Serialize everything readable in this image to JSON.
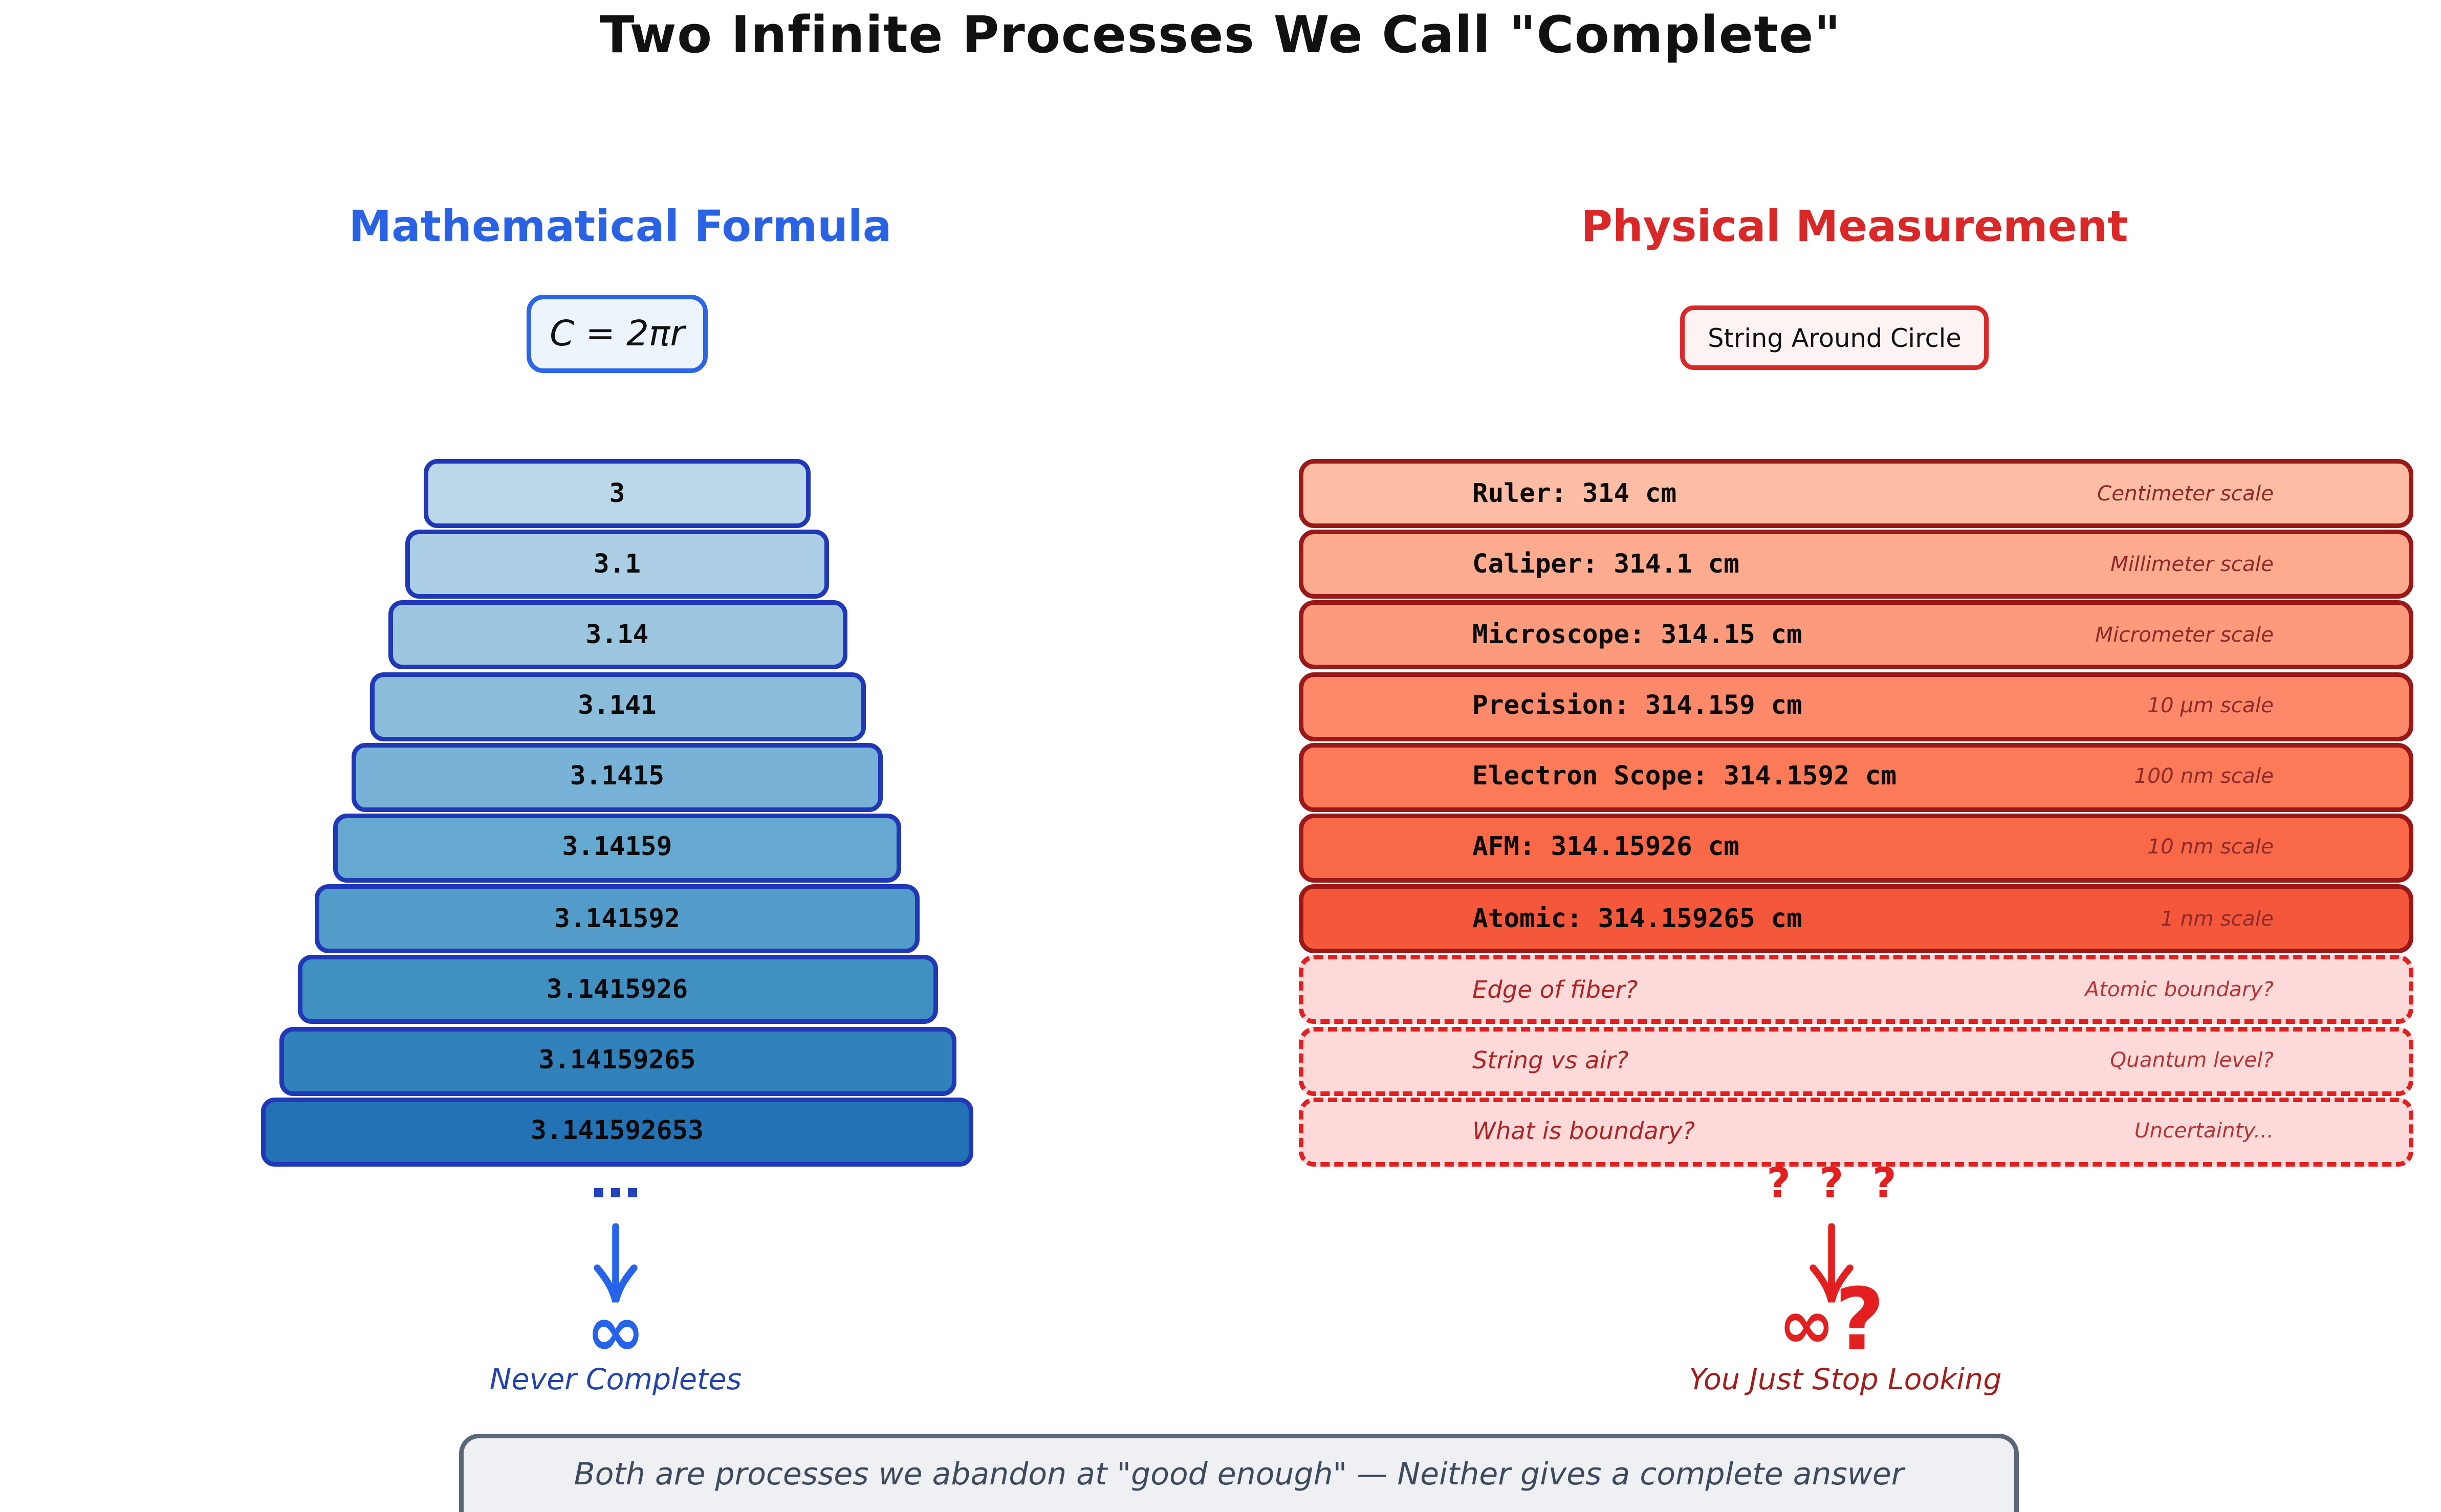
{
  "title": "Two Infinite Processes We Call \"Complete\"",
  "colors": {
    "blue_heading": "#2a62e6",
    "blue_bar_border": "#2038b8",
    "blue_accent": "#2563eb",
    "blue_caption": "#2343ae",
    "red_heading": "#da2727",
    "red_bar_border": "#9a1818",
    "red_accent": "#e31f1f",
    "red_caption": "#a51d1d",
    "red_scale_text": "#8d2a2a",
    "dashed_fill": "#fcdada",
    "footer_border": "#5b6776",
    "footer_text": "#3d4a5c"
  },
  "left": {
    "heading": "Mathematical Formula",
    "formula": "C = 2πr",
    "steps": [
      {
        "label": "3",
        "fill": "#bdd7ea"
      },
      {
        "label": "3.1",
        "fill": "#adcfe5"
      },
      {
        "label": "3.14",
        "fill": "#9cc6e0"
      },
      {
        "label": "3.141",
        "fill": "#8bbddb"
      },
      {
        "label": "3.1415",
        "fill": "#78b2d6"
      },
      {
        "label": "3.14159",
        "fill": "#65a8d0"
      },
      {
        "label": "3.141592",
        "fill": "#539cca"
      },
      {
        "label": "3.1415926",
        "fill": "#4190c2"
      },
      {
        "label": "3.14159265",
        "fill": "#3181ba"
      },
      {
        "label": "3.141592653",
        "fill": "#2272b5"
      }
    ],
    "ellipsis": "...",
    "infinity": "∞",
    "caption": "Never Completes"
  },
  "right": {
    "heading": "Physical Measurement",
    "box_label": "String Around Circle",
    "bars": [
      {
        "label": "Ruler: 314 cm",
        "scale": "Centimeter scale",
        "fill": "#fcbda4"
      },
      {
        "label": "Caliper: 314.1 cm",
        "scale": "Millimeter scale",
        "fill": "#fcab8e"
      },
      {
        "label": "Microscope: 314.15 cm",
        "scale": "Micrometer scale",
        "fill": "#fc9a7c"
      },
      {
        "label": "Precision: 314.159 cm",
        "scale": "10 μm scale",
        "fill": "#fc896a"
      },
      {
        "label": "Electron Scope: 314.1592 cm",
        "scale": "100 nm scale",
        "fill": "#fb7a58"
      },
      {
        "label": "AFM: 314.15926 cm",
        "scale": "10 nm scale",
        "fill": "#f96847"
      },
      {
        "label": "Atomic: 314.159265 cm",
        "scale": "1 nm scale",
        "fill": "#f4573a"
      }
    ],
    "dashed_bars": [
      {
        "label": "Edge of fiber?",
        "scale": "Atomic boundary?",
        "fill": "#fcdada"
      },
      {
        "label": "String vs air?",
        "scale": "Quantum level?",
        "fill": "#fcdada"
      },
      {
        "label": "What is boundary?",
        "scale": "Uncertainty...",
        "fill": "#fcdada"
      }
    ],
    "questions": "?  ?  ?",
    "infinity": "∞",
    "question_mark": "?",
    "caption": "You Just Stop Looking"
  },
  "footer": {
    "text": "Both are processes we abandon at \"good enough\" — Neither gives a complete answer"
  }
}
